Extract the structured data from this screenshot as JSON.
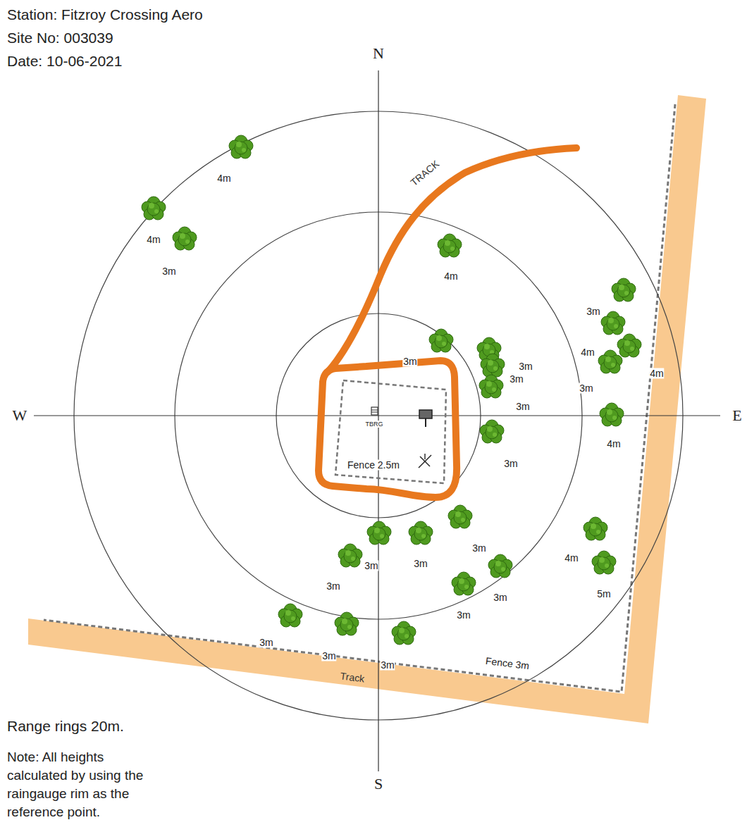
{
  "diagram": {
    "labels": [
      "Station: Fitzroy Crossing Aero",
      "Site No: 003039",
      "Date: 10-06-2021",
      "N",
      "W",
      "E",
      "S",
      "TRACK",
      "4m",
      "4m",
      "3m",
      "4m",
      "3m",
      "3m",
      "3m",
      "3m",
      "4m",
      "3m",
      "4m",
      "3m",
      "TBRG",
      "4m",
      "3m",
      "Fence 2.5m",
      "3m",
      "4m",
      "3m",
      "3m",
      "3m",
      "5m",
      "3m",
      "3m",
      "3m",
      "3m",
      "3m",
      "Fence 3m",
      "Track",
      "Range rings 20m.",
      "Note: All heights calculated by using the raingauge rim as the reference point."
    ]
  }
}
